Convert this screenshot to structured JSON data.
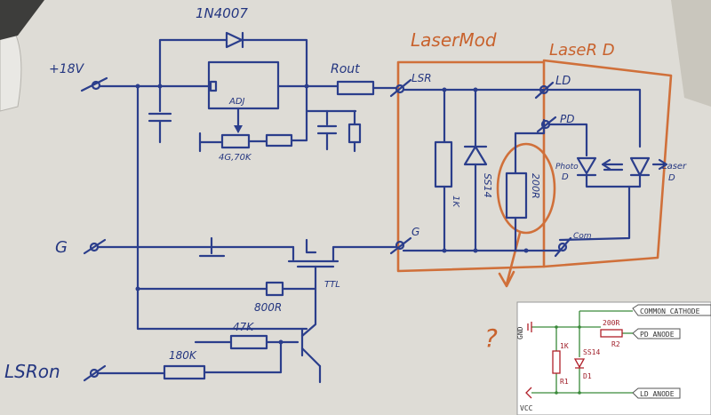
{
  "labels": {
    "diode": "1N4007",
    "supply": "+18V",
    "rout": "Rout",
    "adj": "ADJ",
    "pot": "4G,70K",
    "g_left": "G",
    "ttl": "TTL",
    "r800": "800R",
    "r47k": "47K",
    "r180k": "180K",
    "lsron": "LSRon",
    "lsr": "LSR",
    "g_mod": "G",
    "r1k": "1K",
    "ss14": "SS14",
    "r200": "200R",
    "ld": "LD",
    "pd": "PD",
    "photo": "Photo",
    "photo_d": "D",
    "laser": "Laser",
    "laser_d_small": "D",
    "com": "Com",
    "laser_mod": "LaserMod",
    "laser_d": "LaseR D",
    "question": "?"
  },
  "inset": {
    "common_cathode": "COMMON_CATHODE",
    "pd_anode": "PD_ANODE",
    "ld_anode": "LD_ANODE",
    "gnd": "GND",
    "vcc": "VCC",
    "r2_value": "200R",
    "r2": "R2",
    "r1_value": "1K",
    "r1": "R1",
    "d1_value": "SS14",
    "d1": "D1"
  }
}
